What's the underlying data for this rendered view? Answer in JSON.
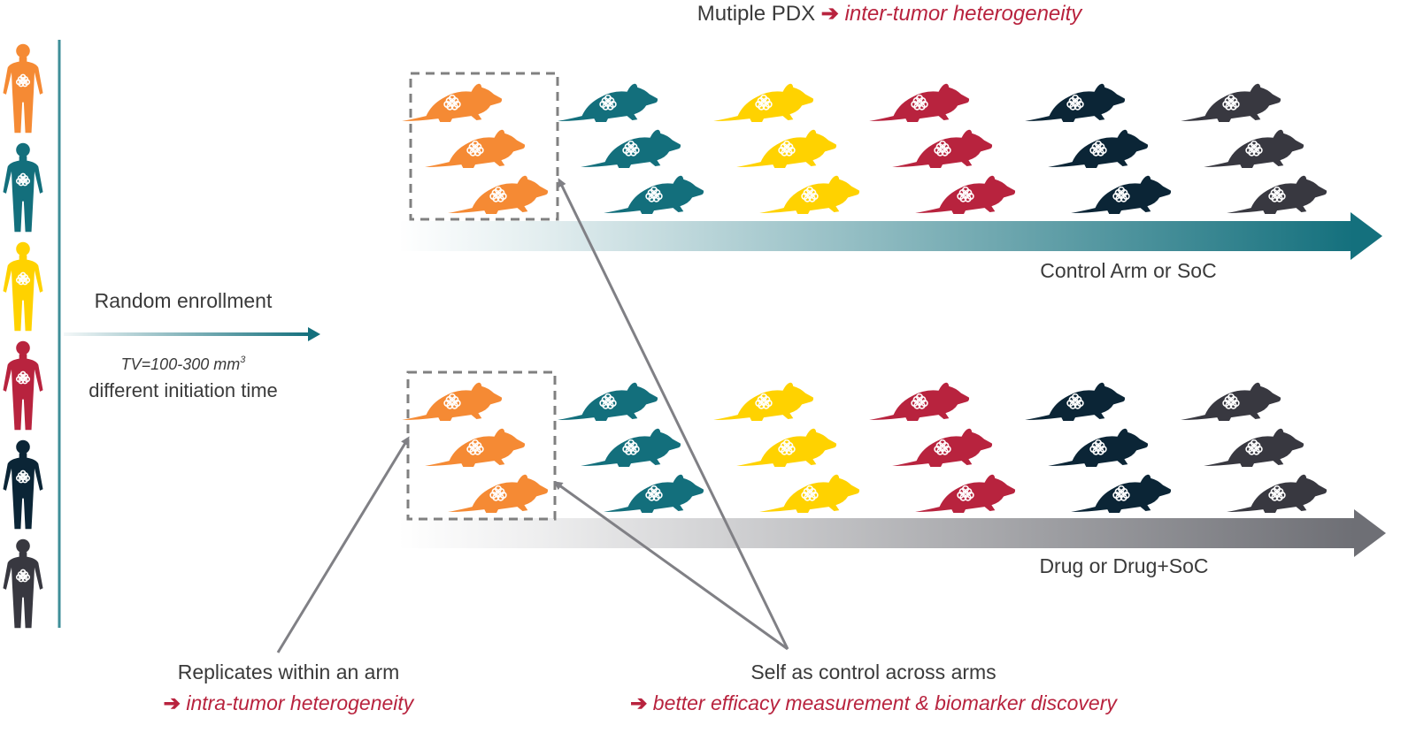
{
  "colors": {
    "orange": "#F58A34",
    "teal": "#136F7C",
    "yellow": "#FFD200",
    "red": "#B8233E",
    "navy": "#0B2536",
    "charcoal": "#383840",
    "accent": "#B8233E",
    "text": "#3a3a3a",
    "dashed_box": "#808080",
    "pointer": "#808085",
    "control_arrow": "#14707D",
    "drug_arrow": "#6E6F75"
  },
  "patients": {
    "icon": "human-figure-icon",
    "color_keys": [
      "orange",
      "teal",
      "yellow",
      "red",
      "navy",
      "charcoal"
    ]
  },
  "header": {
    "main": "Mutiple PDX",
    "arrow_glyph": "➔",
    "accent": "inter-tumor heterogeneity"
  },
  "enrollment": {
    "label": "Random enrollment",
    "tv_label": "TV=100-300 mm",
    "tv_superscript": "3",
    "timing": "different initiation time"
  },
  "arms": [
    {
      "id": "control",
      "label": "Control Arm or SoC",
      "mouse_icon": "mouse-icon",
      "rows": 3
    },
    {
      "id": "drug",
      "label": "Drug or Drug+SoC",
      "mouse_icon": "mouse-icon",
      "rows": 3
    }
  ],
  "mouse_groups": [
    "orange",
    "teal",
    "yellow",
    "red",
    "navy",
    "charcoal"
  ],
  "annotations": {
    "replicates": {
      "main": "Replicates within an arm",
      "arrow_glyph": "➔",
      "accent": "intra-tumor heterogeneity"
    },
    "self_control": {
      "main": "Self as control across arms",
      "arrow_glyph": "➔",
      "accent": "better efficacy measurement & biomarker discovery"
    }
  }
}
